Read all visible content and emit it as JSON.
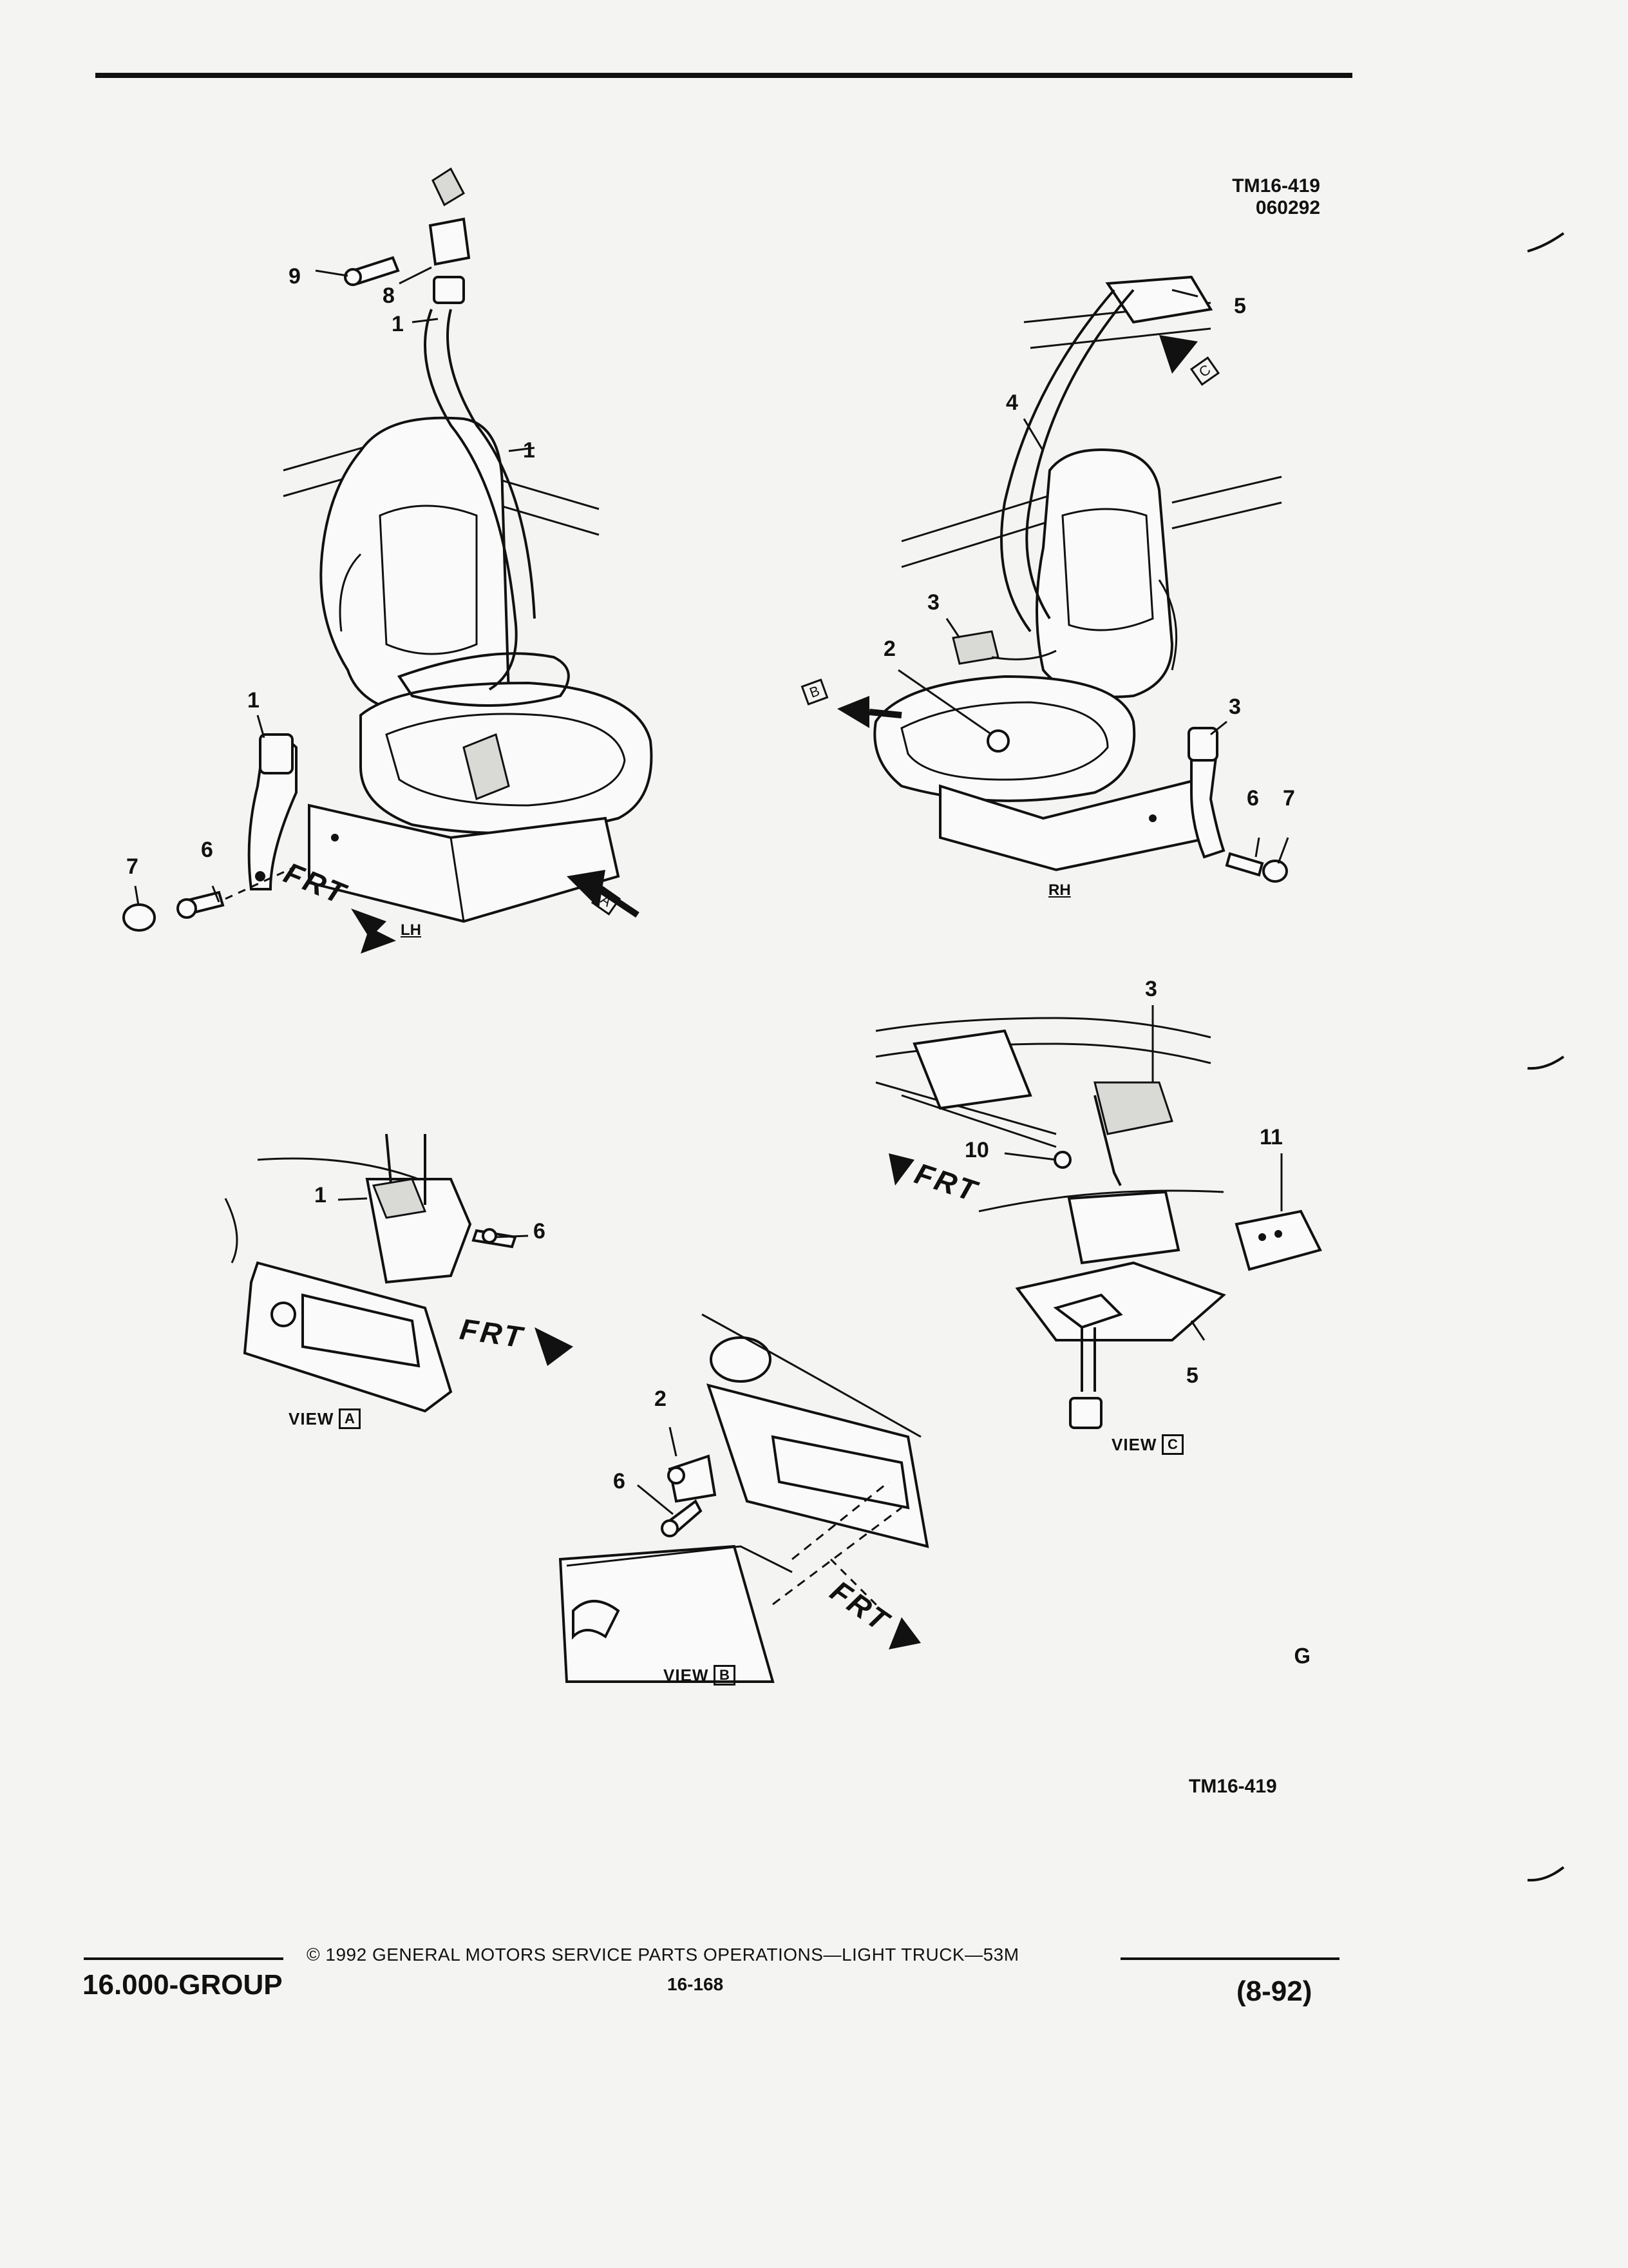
{
  "figure": {
    "ref_top": [
      "TM16-419",
      "060292"
    ],
    "ref_bottom": "TM16-419",
    "logo_glyph": "ᴳ"
  },
  "main_left": {
    "side_label": "LH",
    "frt": "FRT",
    "callouts": [
      "9",
      "8",
      "1",
      "1",
      "1",
      "7",
      "6"
    ],
    "view_marker": "A"
  },
  "main_right": {
    "side_label": "RH",
    "callouts": [
      "5",
      "4",
      "3",
      "2",
      "3",
      "6",
      "7"
    ],
    "view_marker_c": "C",
    "view_marker_b": "B"
  },
  "view_a": {
    "label": "VIEW",
    "letter": "A",
    "frt": "FRT",
    "callouts": [
      "1",
      "6"
    ]
  },
  "view_b": {
    "label": "VIEW",
    "letter": "B",
    "frt": "FRT",
    "callouts": [
      "2",
      "6"
    ]
  },
  "view_c": {
    "label": "VIEW",
    "letter": "C",
    "frt": "FRT",
    "callouts": [
      "3",
      "10",
      "11",
      "5"
    ]
  },
  "footer": {
    "group": "16.000-GROUP",
    "copyright": "©  1992  GENERAL MOTORS SERVICE PARTS OPERATIONS—LIGHT TRUCK—53M",
    "page": "16-168",
    "date": "(8-92)"
  }
}
